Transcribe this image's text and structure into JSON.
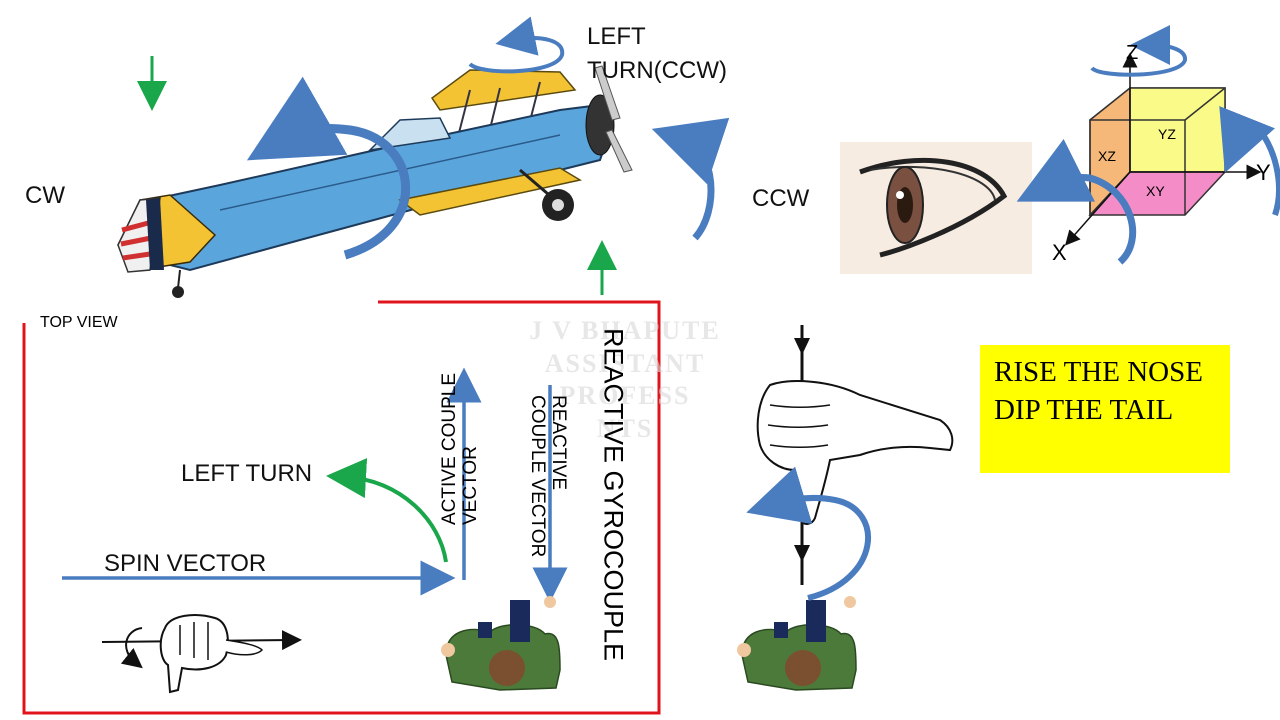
{
  "labels": {
    "cw": "CW",
    "ccw": "CCW",
    "left_turn_ccw": "LEFT\nTURN(CCW)",
    "top_view": "TOP VIEW",
    "left_turn": "LEFT TURN",
    "spin_vector": "SPIN VECTOR",
    "active_couple_vector": "ACTIVE COUPLE\nVECTOR",
    "reactive_couple_vector": "REACTIVE\nCOUPLE VECTOR",
    "reactive_gyrocouple": "REACTIVE GYROCOUPLE",
    "rise_the_nose": "RISE THE NOSE",
    "dip_the_tail": "DIP THE TAIL"
  },
  "axes": {
    "x": "X",
    "y": "Y",
    "z": "Z",
    "xy": "XY",
    "yz": "YZ",
    "xz": "XZ"
  },
  "watermark": {
    "line1": "J V BHAPUTE",
    "line2": "ASSISTANT PROFESS",
    "line3": "NTS"
  },
  "colors": {
    "arrow_blue": "#4a7cc0",
    "arrow_green": "#1aa64a",
    "frame_red": "#e0141c",
    "highlight_yellow": "#ffff00"
  },
  "icons": [
    "airplane",
    "eye",
    "axis-cube",
    "right-hand-grip",
    "person-top-view",
    "hand-thumb-down"
  ]
}
